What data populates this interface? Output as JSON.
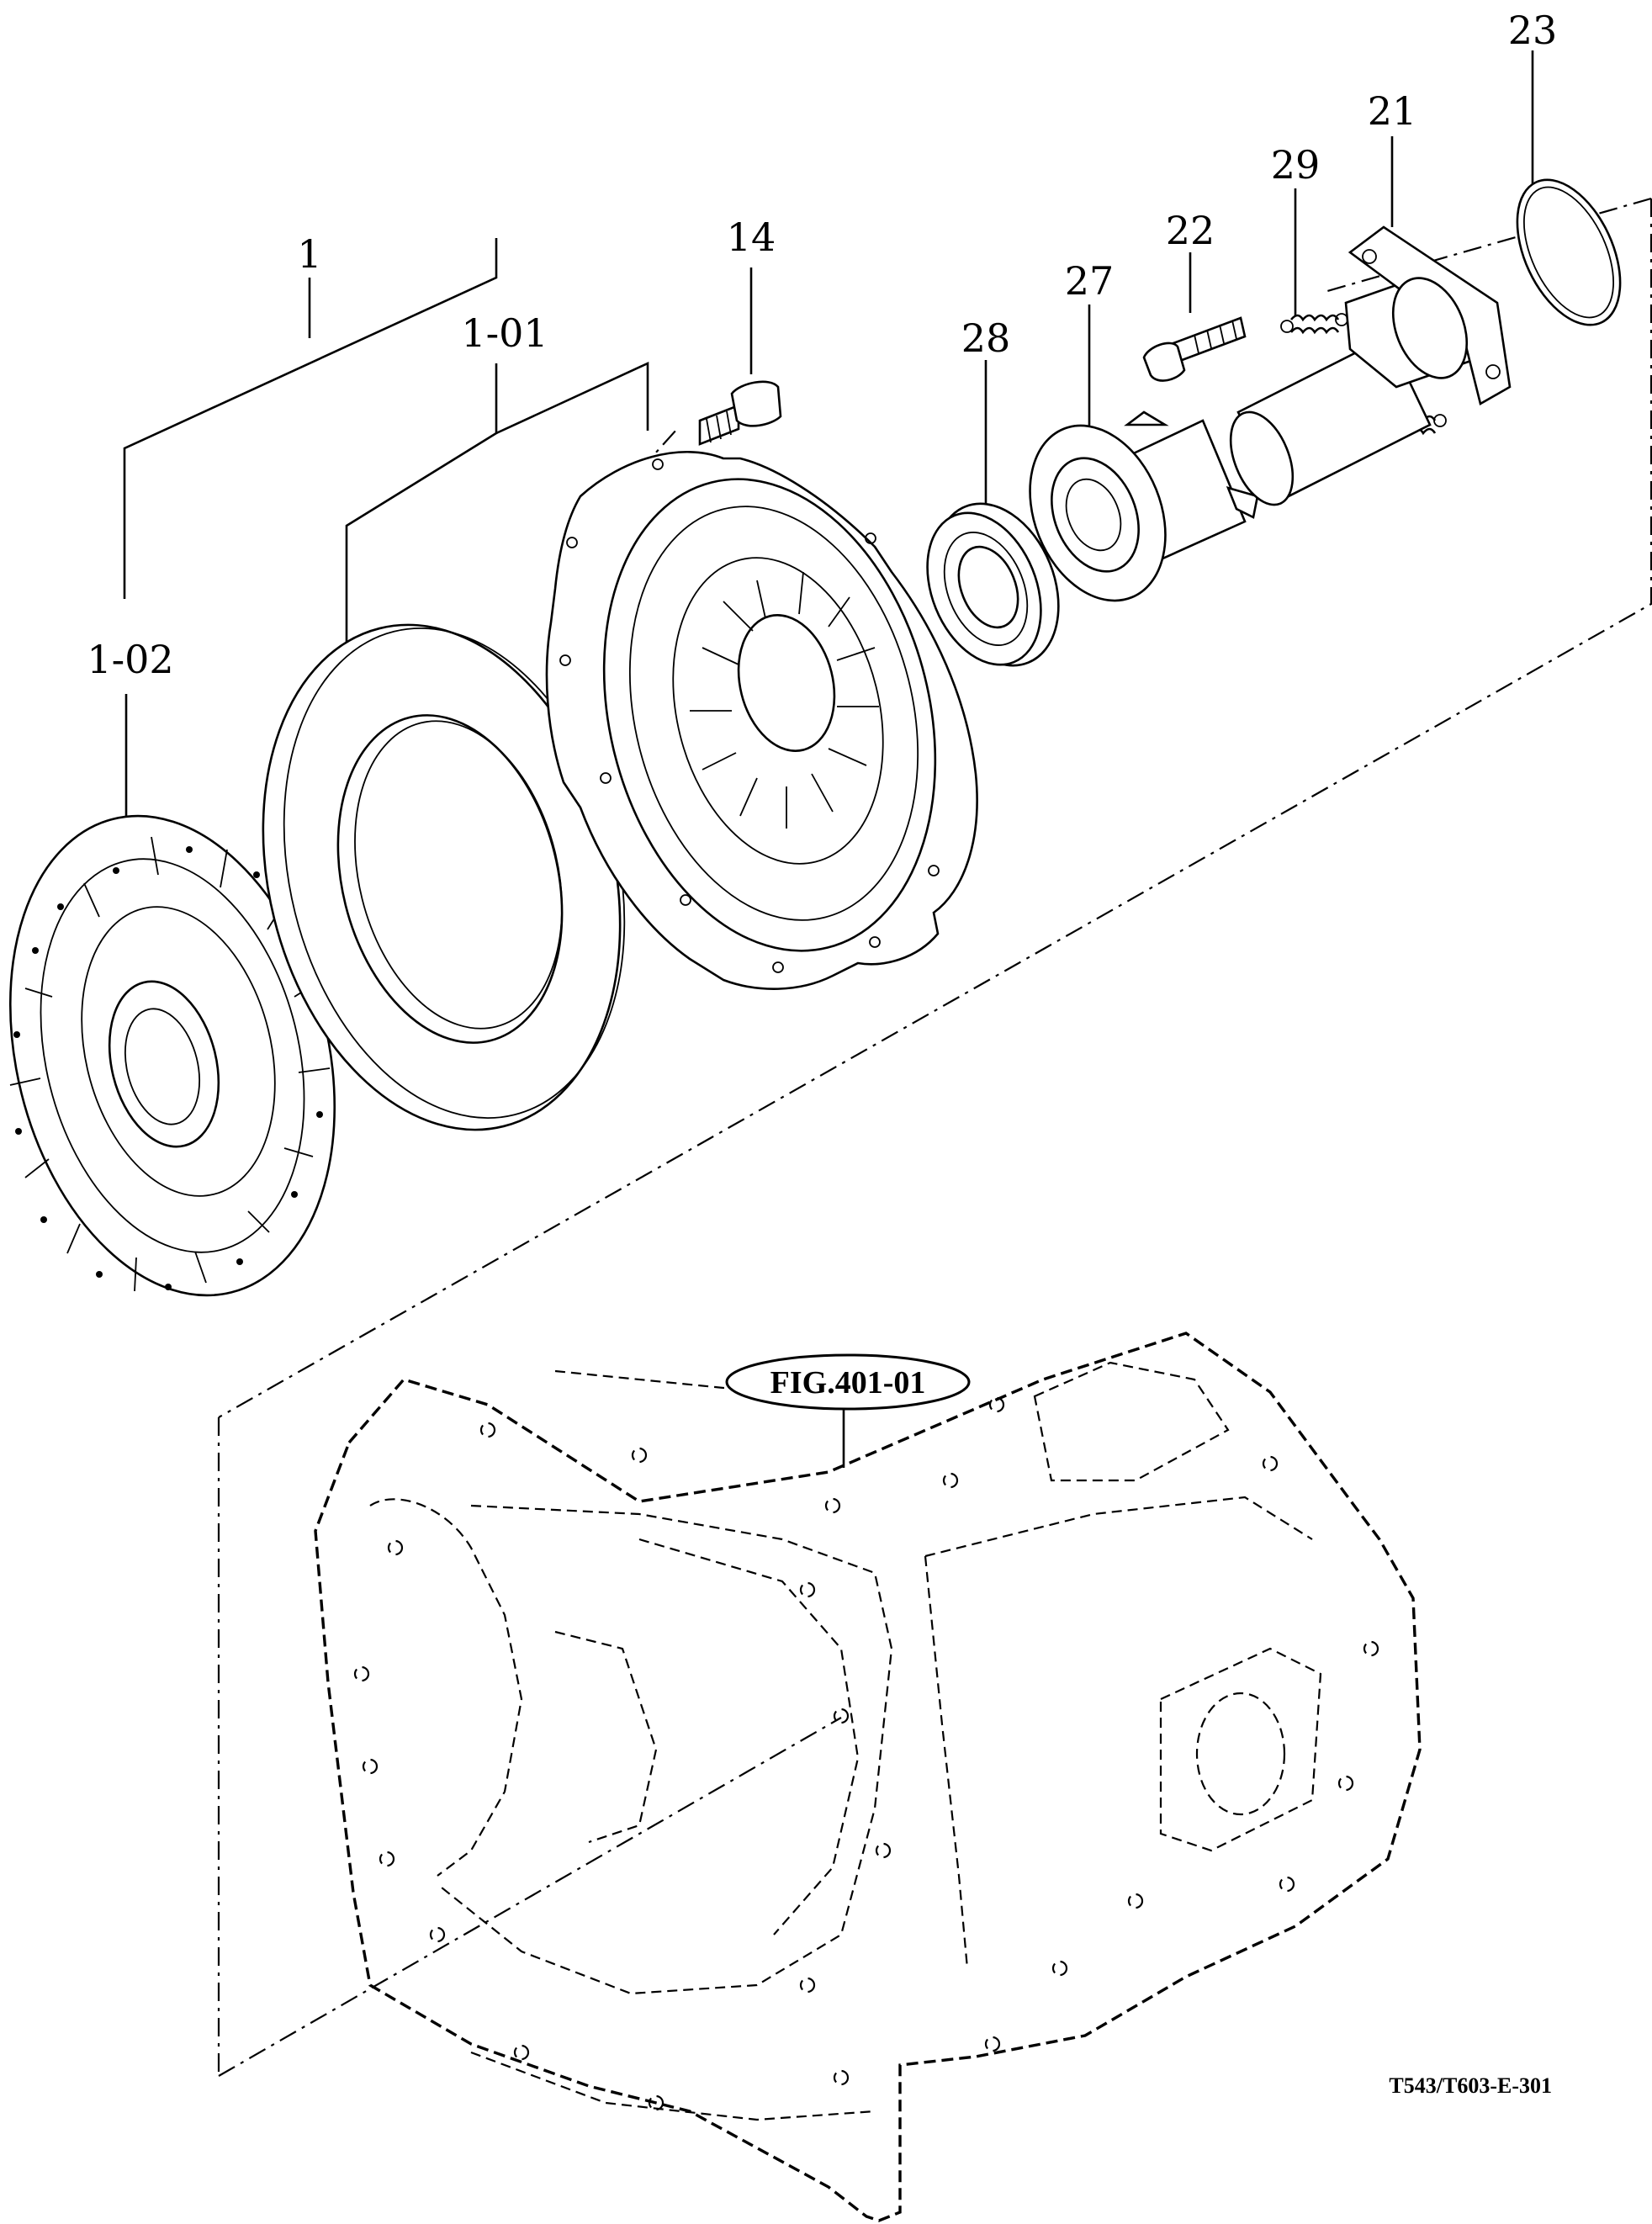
{
  "callouts": {
    "c1": "1",
    "c1_01": "1-01",
    "c1_02": "1-02",
    "c14": "14",
    "c28": "28",
    "c27": "27",
    "c22": "22",
    "c29": "29",
    "c21": "21",
    "c23": "23"
  },
  "figure_reference": "FIG.401-01",
  "drawing_code": "T543/T603-E-301"
}
